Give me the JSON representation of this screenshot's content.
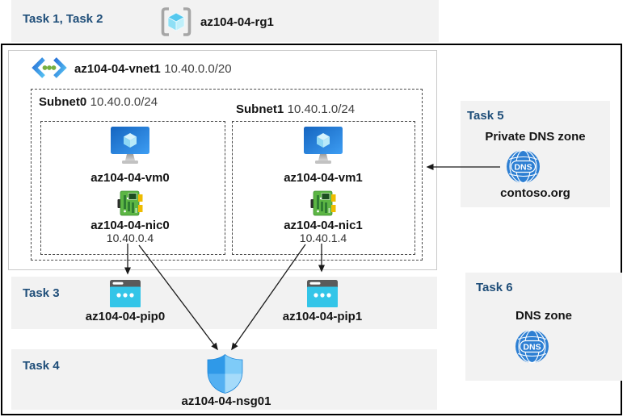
{
  "header": {
    "tasks": "Task 1, Task 2",
    "rg_name": "az104-04-rg1"
  },
  "vnet": {
    "name": "az104-04-vnet1",
    "cidr": "10.40.0.0/20"
  },
  "subnet0": {
    "name": "Subnet0",
    "cidr": "10.40.0.0/24",
    "vm": "az104-04-vm0",
    "nic": "az104-04-nic0",
    "ip": "10.40.0.4"
  },
  "subnet1": {
    "name": "Subnet1",
    "cidr": "10.40.1.0/24",
    "vm": "az104-04-vm1",
    "nic": "az104-04-nic1",
    "ip": "10.40.1.4"
  },
  "task3": {
    "label": "Task 3",
    "pip0": "az104-04-pip0",
    "pip1": "az104-04-pip1"
  },
  "task4": {
    "label": "Task 4",
    "nsg": "az104-04-nsg01"
  },
  "task5": {
    "label": "Task 5",
    "title": "Private DNS zone",
    "zone": "contoso.org",
    "icon_text": "DNS"
  },
  "task6": {
    "label": "Task 6",
    "title": "DNS zone",
    "icon_text": "DNS"
  },
  "colors": {
    "task_label": "#1f4e79",
    "panel_bg": "#f2f2f2",
    "frame_border": "#000000",
    "pip_cyan": "#33c5e8",
    "nic_green": "#5cb644",
    "dns_blue": "#2d7fd3",
    "vm_blue": "#1e79d0"
  }
}
